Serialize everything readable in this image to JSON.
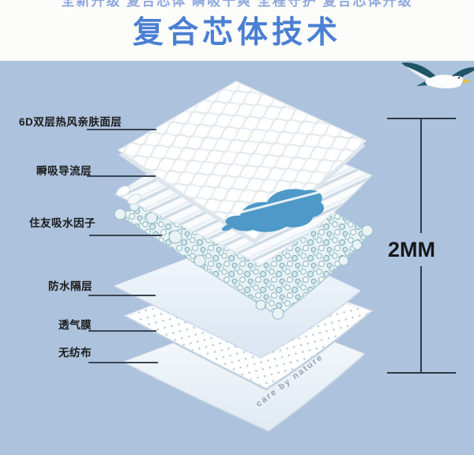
{
  "header": {
    "clipped_text": "全新升级 复合芯体 瞬吸干爽 全程守护 复合芯体升级",
    "title": "复合芯体技术"
  },
  "layers": [
    {
      "label": "6D双层热风亲肤面层"
    },
    {
      "label": "瞬吸导流层"
    },
    {
      "label": "住友吸水因子"
    },
    {
      "label": "防水隔层"
    },
    {
      "label": "透气膜"
    },
    {
      "label": "无纺布"
    }
  ],
  "measurement": {
    "thickness": "2MM"
  },
  "stack": {
    "watermark": "care by nature"
  },
  "colors": {
    "background": "#adc2dc",
    "header_bg": "#fcfdfb",
    "title_blue": "#4a7fd3",
    "label_text": "#1b1b1b",
    "leader_line": "#3a4654",
    "measure_line": "#2c3845",
    "splash_blue": "#4e99c7",
    "bead_teal": "#8db8c6",
    "seagull_wing": "#1d5466",
    "seagull_beak": "#e2be3a"
  }
}
